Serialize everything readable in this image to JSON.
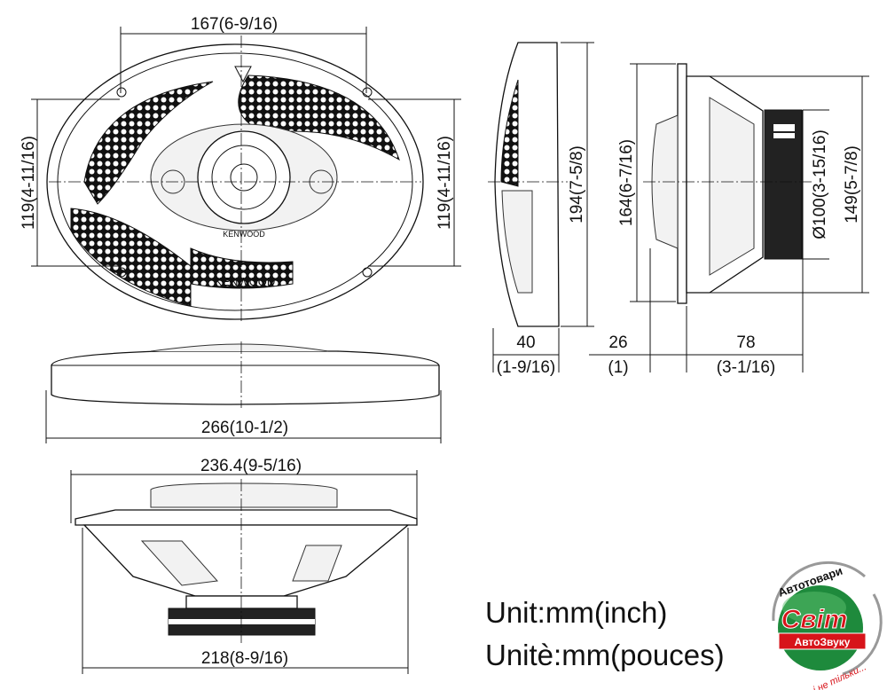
{
  "brand": "KENWOOD",
  "dimensions": {
    "front_width": "167(6-9/16)",
    "front_height_left": "119(4-11/16)",
    "front_height_right": "119(4-11/16)",
    "overall_width": "266(10-1/2)",
    "side_height": "194(7-5/8)",
    "side_depth_mm": "40",
    "side_depth_in": "(1-9/16)",
    "rear_height": "164(6-7/16)",
    "magnet_diameter": "Ø100(3-15/16)",
    "rear_outer_height": "149(5-7/8)",
    "flange_offset_mm": "26",
    "flange_offset_in": "(1)",
    "mount_depth_mm": "78",
    "mount_depth_in": "(3-1/16)",
    "bottom_flange_width": "236.4(9-5/16)",
    "bottom_basket_width": "218(8-9/16)"
  },
  "units": {
    "english": "Unit:mm(inch)",
    "french": "Unitè:mm(pouces)"
  },
  "logo": {
    "top_text": "Автотовари",
    "main_text": "Світ",
    "sub_text": "АвтоЗвуку",
    "bottom_text": "і не тільки...",
    "green": "#1e8a3c",
    "red": "#d7141a"
  }
}
